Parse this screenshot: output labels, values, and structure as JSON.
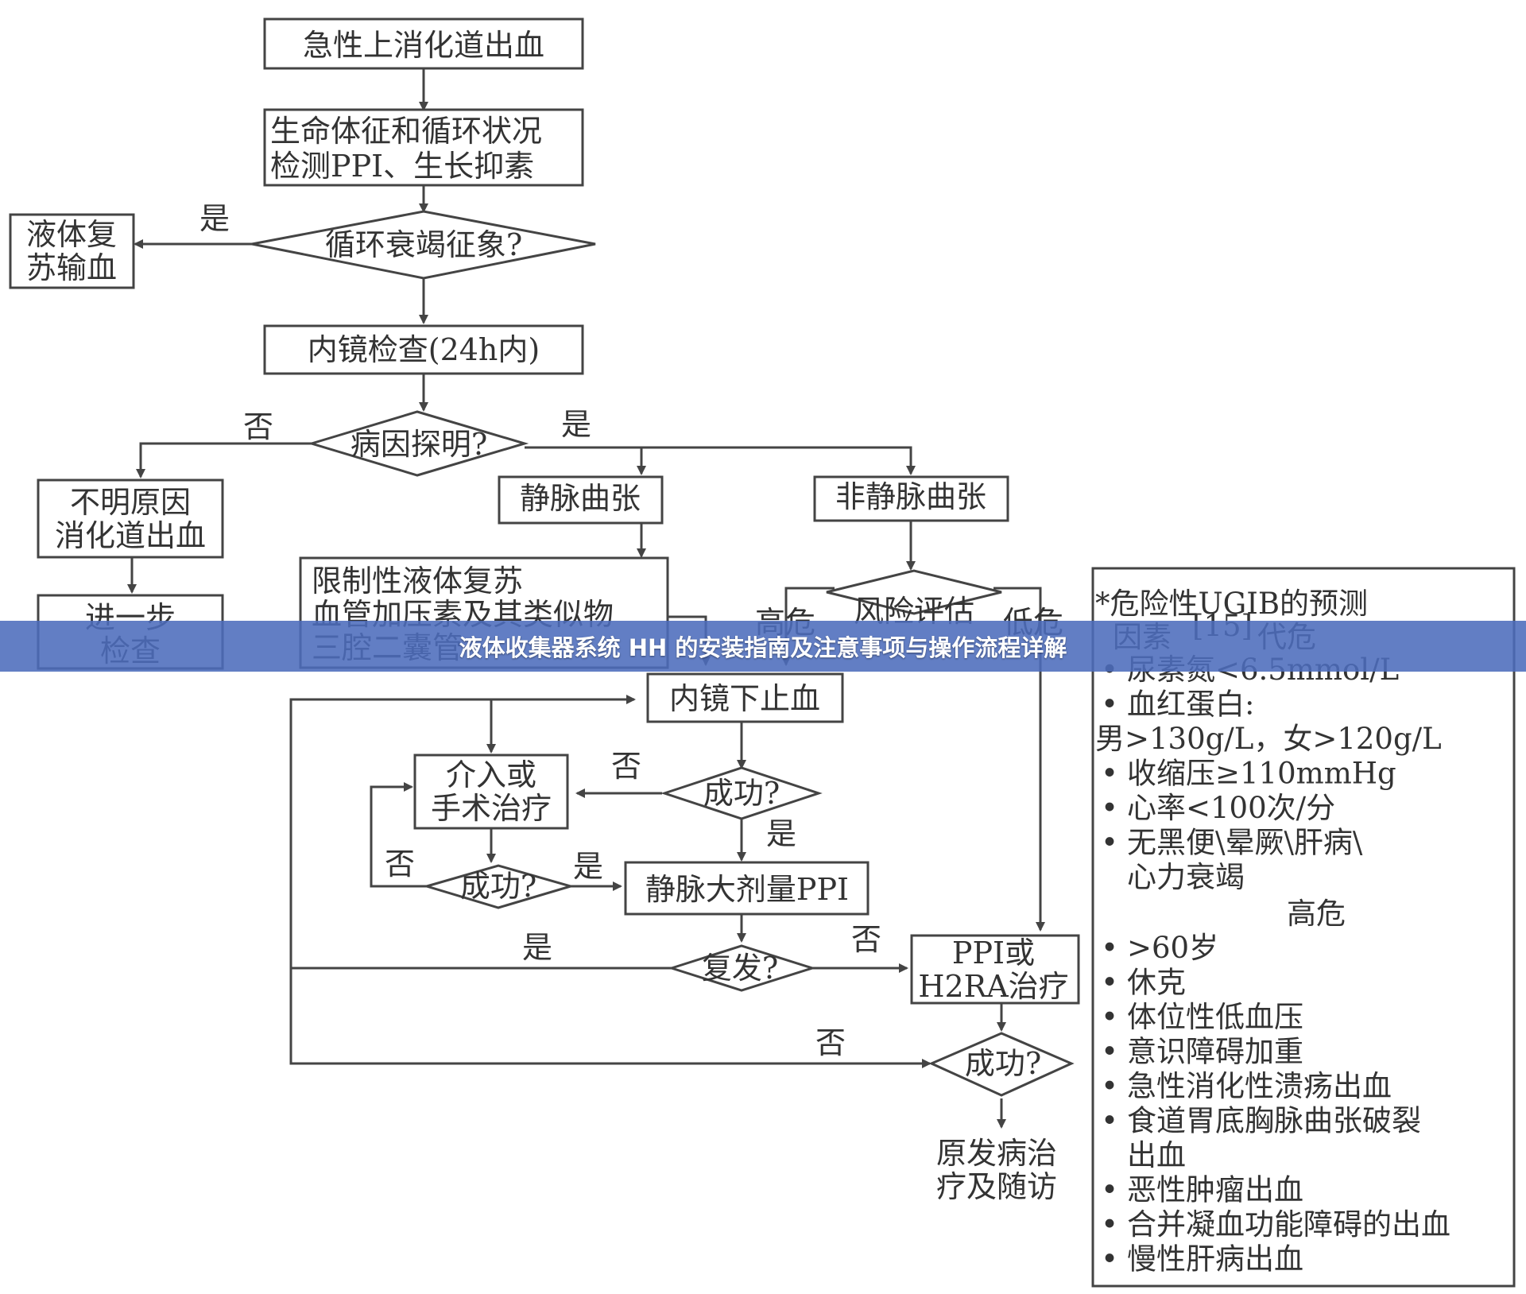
{
  "banner": {
    "title": "液体收集器系统 HH 的安装指南及注意事项与操作流程详解",
    "color": "#4c6cbc"
  },
  "flowchart": {
    "nodes": {
      "n_start": [
        "急性上消化道出血"
      ],
      "n_vitals": [
        "生命体征和循环状况",
        "检测PPI、生长抑素"
      ],
      "d_shock": [
        "循环衰竭征象?"
      ],
      "n_fluid": [
        "液体复",
        "苏输血"
      ],
      "n_endo": [
        "内镜检查(24h内)"
      ],
      "d_cause": [
        "病因探明?"
      ],
      "n_unknown": [
        "不明原因",
        "消化道出血"
      ],
      "n_further": [
        "进一步",
        "检查"
      ],
      "n_varix": [
        "静脉曲张"
      ],
      "n_nonvarix": [
        "非静脉曲张"
      ],
      "n_restrict": [
        "限制性液体复苏",
        "血管加压素及其类似物",
        "三腔二囊管"
      ],
      "d_risk": [
        "风险评估"
      ],
      "lbl_high": [
        "高危"
      ],
      "lbl_low": [
        "低危"
      ],
      "n_endostop": [
        "内镜下止血"
      ],
      "n_intervene": [
        "介入或",
        "手术治疗"
      ],
      "d_success1": [
        "成功?"
      ],
      "d_success2": [
        "成功?"
      ],
      "n_ppi": [
        "静脉大剂量PPI"
      ],
      "d_relapse": [
        "复发?"
      ],
      "n_ppi_h2": [
        "PPI或",
        "H2RA治疗"
      ],
      "d_success3": [
        "成功?"
      ],
      "n_followup": [
        "原发病治",
        "疗及随访"
      ]
    },
    "edge_labels": {
      "yes_shock": "是",
      "no_cause": "否",
      "yes_cause": "是",
      "no_success1": "否",
      "yes_success1": "是",
      "no_success2": "否",
      "yes_success2": "是",
      "yes_relapse": "是",
      "no_relapse": "否",
      "no_success3": "否"
    }
  },
  "risk_panel": {
    "title": "*危险性UGIB的预测",
    "subtitle_a": "因素",
    "ref": "[15]",
    "subtitle_b": "代危",
    "bullet_char": "•",
    "group_low": [
      {
        "bullet": true,
        "text": "尿素氮<6.5mmol/L"
      },
      {
        "bullet": true,
        "text": "血红蛋白:"
      },
      {
        "bullet": false,
        "text": "男>130g/L，女>120g/L"
      },
      {
        "bullet": true,
        "text": "收缩压≥110mmHg"
      },
      {
        "bullet": true,
        "text": "心率<100次/分"
      },
      {
        "bullet": true,
        "text": "无黑便\\晕厥\\肝病\\"
      },
      {
        "bullet": false,
        "text": "心力衰竭"
      }
    ],
    "high_header": "高危",
    "group_high": [
      {
        "bullet": true,
        "text": ">60岁"
      },
      {
        "bullet": true,
        "text": "休克"
      },
      {
        "bullet": true,
        "text": "体位性低血压"
      },
      {
        "bullet": true,
        "text": "意识障碍加重"
      },
      {
        "bullet": true,
        "text": "急性消化性溃疡出血"
      },
      {
        "bullet": true,
        "text": "食道胃底胸脉曲张破裂"
      },
      {
        "bullet": false,
        "text": "出血"
      },
      {
        "bullet": true,
        "text": "恶性肿瘤出血"
      },
      {
        "bullet": true,
        "text": "合并凝血功能障碍的出血"
      },
      {
        "bullet": true,
        "text": "慢性肝病出血"
      }
    ]
  }
}
